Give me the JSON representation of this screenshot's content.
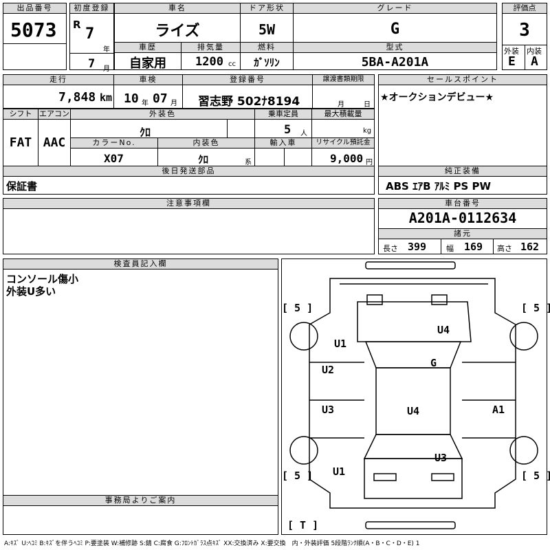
{
  "header": {
    "lot_no_label": "出品番号",
    "lot_no": "5073",
    "first_reg_label": "初度登録",
    "era": "R",
    "first_reg_year": "7",
    "year_unit": "年",
    "first_reg_month": "7",
    "month_unit": "月",
    "car_name_label": "車名",
    "car_name": "ライズ",
    "history_label": "車歴",
    "history": "自家用",
    "displacement_label": "排気量",
    "displacement": "1200",
    "cc_unit": "cc",
    "door_label": "ドア形状",
    "door": "5W",
    "fuel_label": "燃料",
    "fuel": "ｶﾞｿﾘﾝ",
    "grade_label": "グレード",
    "grade": "G",
    "model_label": "型式",
    "model": "5BA-A201A",
    "score_label": "評価点",
    "score": "3",
    "ext_label": "外装",
    "ext": "E",
    "int_label": "内装",
    "int": "A"
  },
  "row2": {
    "mileage_label": "走行",
    "mileage": "7,848",
    "km_unit": "km",
    "inspection_label": "車検",
    "insp_year": "10",
    "insp_month": "07",
    "insp_year_unit": "年",
    "insp_month_unit": "月",
    "reg_no_label": "登録番号",
    "reg_no": "習志野 502ﾅ8194",
    "transfer_label": "譲渡書類期限",
    "transfer_month": "月",
    "transfer_day": "日",
    "sales_label": "セールスポイント",
    "sales_text": "★オークションデビュー★"
  },
  "row3": {
    "shift_label": "シフト",
    "shift": "FAT",
    "ac_label": "エアコン",
    "ac": "AAC",
    "ext_color_label": "外装色",
    "ext_color": "ｸﾛ",
    "capacity_label": "乗車定員",
    "capacity": "5",
    "capacity_unit": "人",
    "max_load_label": "最大積載量",
    "max_load_unit": "kg",
    "color_no_label": "カラーNo.",
    "color_no": "X07",
    "int_color_label": "内装色",
    "int_color": "ｸﾛ",
    "int_color_unit": "系",
    "import_label": "輸入車",
    "recycle_label": "リサイクル預託金",
    "recycle": "9,000",
    "recycle_unit": "円"
  },
  "later_parts": {
    "label": "後日発送部品",
    "text": "保証書"
  },
  "genuine": {
    "label": "純正装備",
    "text": "ABS ｴｱB ｱﾙﾐ PS PW"
  },
  "notes": {
    "label": "注意事項欄"
  },
  "chassis": {
    "label": "車台番号",
    "value": "A201A-0112634"
  },
  "specs": {
    "label": "諸元",
    "length_label": "長さ",
    "length": "399",
    "width_label": "幅",
    "width": "169",
    "height_label": "高さ",
    "height": "162"
  },
  "inspector": {
    "label": "検査員記入欄",
    "lines": [
      "コンソール傷小",
      "外装U多い"
    ]
  },
  "office": {
    "label": "事務局よりご案内"
  },
  "diagram": {
    "tire_fl": "[ 5 ]",
    "tire_fr": "[ 5 ]",
    "tire_rl": "[ 5 ]",
    "tire_rr": "[ 5 ]",
    "spare": "[ T ]",
    "marks": {
      "u4_front": "U4",
      "u1_left_front": "U1",
      "g_center": "G",
      "u2_left": "U2",
      "u3_left": "U3",
      "u4_center": "U4",
      "a1_right": "A1",
      "u3_rear": "U3",
      "u1_left_rear": "U1"
    }
  },
  "legend": "A:ｷｽﾞ U:ﾍｺﾐ B:ｷｽﾞを伴うﾍｺﾐ P:要塗装 W:補修跡 S:錆 C:腐食 G:ﾌﾛﾝﾄｶﾞﾗｽ点ｷｽﾞ XX:交換済み X:要交換　内・外装評価 5段階ﾗﾝｸ順(A・B・C・D・E) 1"
}
